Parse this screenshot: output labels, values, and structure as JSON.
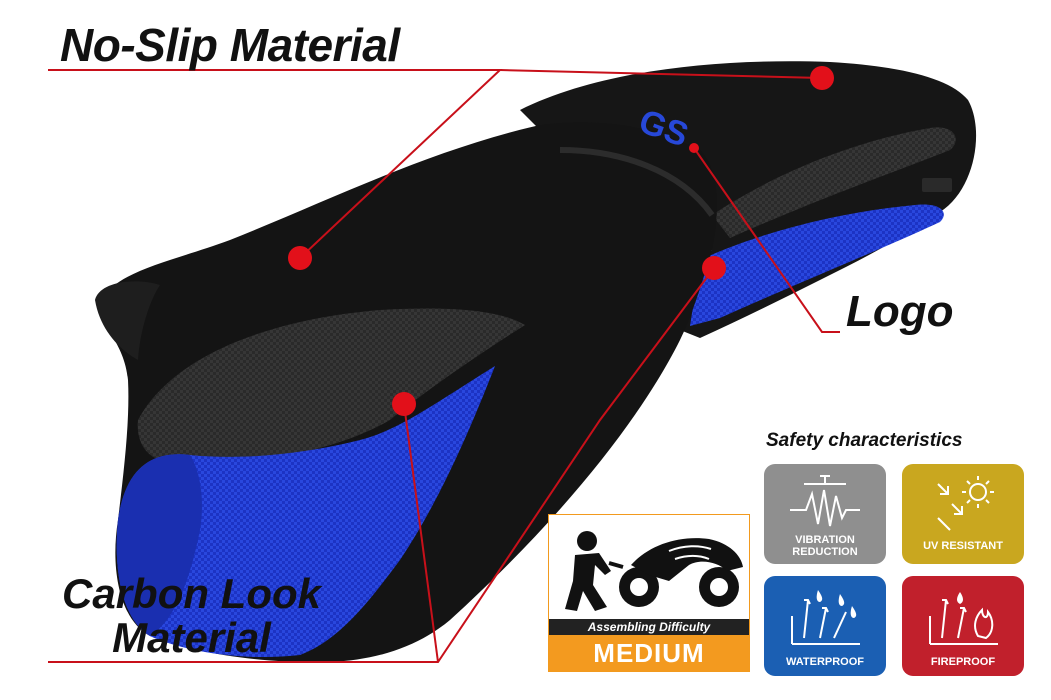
{
  "labels": {
    "no_slip": "No-Slip Material",
    "logo": "Logo",
    "carbon_line1": "Carbon Look",
    "carbon_line2": "Material"
  },
  "seat": {
    "logo_text": "GS",
    "colors": {
      "base": "#141414",
      "accent": "#1f3fd6",
      "carbon": "#2b2b2b",
      "pointer": "#e2101a"
    }
  },
  "safety": {
    "title": "Safety characteristics",
    "badges": [
      {
        "label_line1": "VIBRATION",
        "label_line2": "REDUCTION",
        "icon": "vibration-icon",
        "color": "#8f8f8f"
      },
      {
        "label_line1": "UV RESISTANT",
        "label_line2": "",
        "icon": "sun-icon",
        "color": "#c9a71f"
      },
      {
        "label_line1": "WATERPROOF",
        "label_line2": "",
        "icon": "water-drops-icon",
        "color": "#1b5fb3"
      },
      {
        "label_line1": "FIREPROOF",
        "label_line2": "",
        "icon": "flame-icon",
        "color": "#c1202c"
      }
    ]
  },
  "assembly": {
    "caption": "Assembling Difficulty",
    "level": "MEDIUM"
  }
}
